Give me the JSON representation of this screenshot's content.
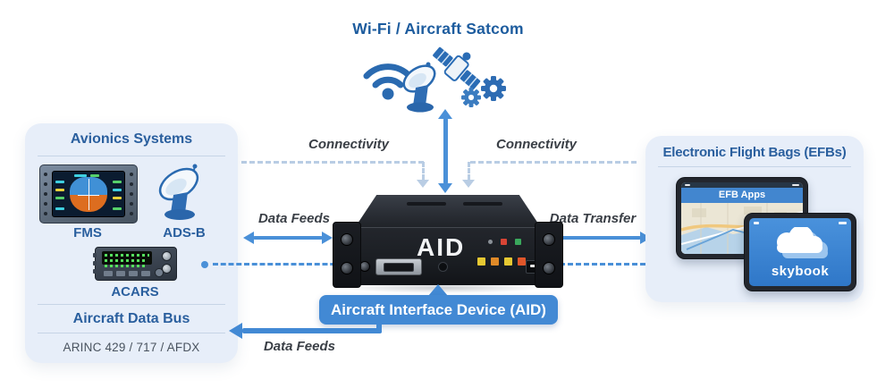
{
  "top": {
    "title": "Wi-Fi / Aircraft Satcom"
  },
  "labels": {
    "connectivity_left": "Connectivity",
    "connectivity_right": "Connectivity",
    "data_feeds_top": "Data Feeds",
    "data_feeds_bottom": "Data Feeds",
    "data_transfer": "Data Transfer"
  },
  "avionics": {
    "title": "Avionics Systems",
    "devices": [
      {
        "name": "FMS"
      },
      {
        "name": "ADS-B"
      },
      {
        "name": "ACARS"
      }
    ],
    "bus_title": "Aircraft Data Bus",
    "bus_protocols": "ARINC 429 / 717 / AFDX"
  },
  "aid": {
    "device_label": "AID",
    "badge": "Aircraft Interface Device (AID)"
  },
  "efb": {
    "title": "Electronic Flight Bags (EFBs)",
    "tablet_apps_label": "EFB Apps",
    "tablet_skybook_label": "skybook"
  },
  "colors": {
    "heading_blue": "#2a5f9e",
    "accent_blue": "#4a90d8",
    "dashed_light_blue": "#b9cde4",
    "badge_blue": "#4289d4",
    "panel_bg": "#e7eef9"
  }
}
